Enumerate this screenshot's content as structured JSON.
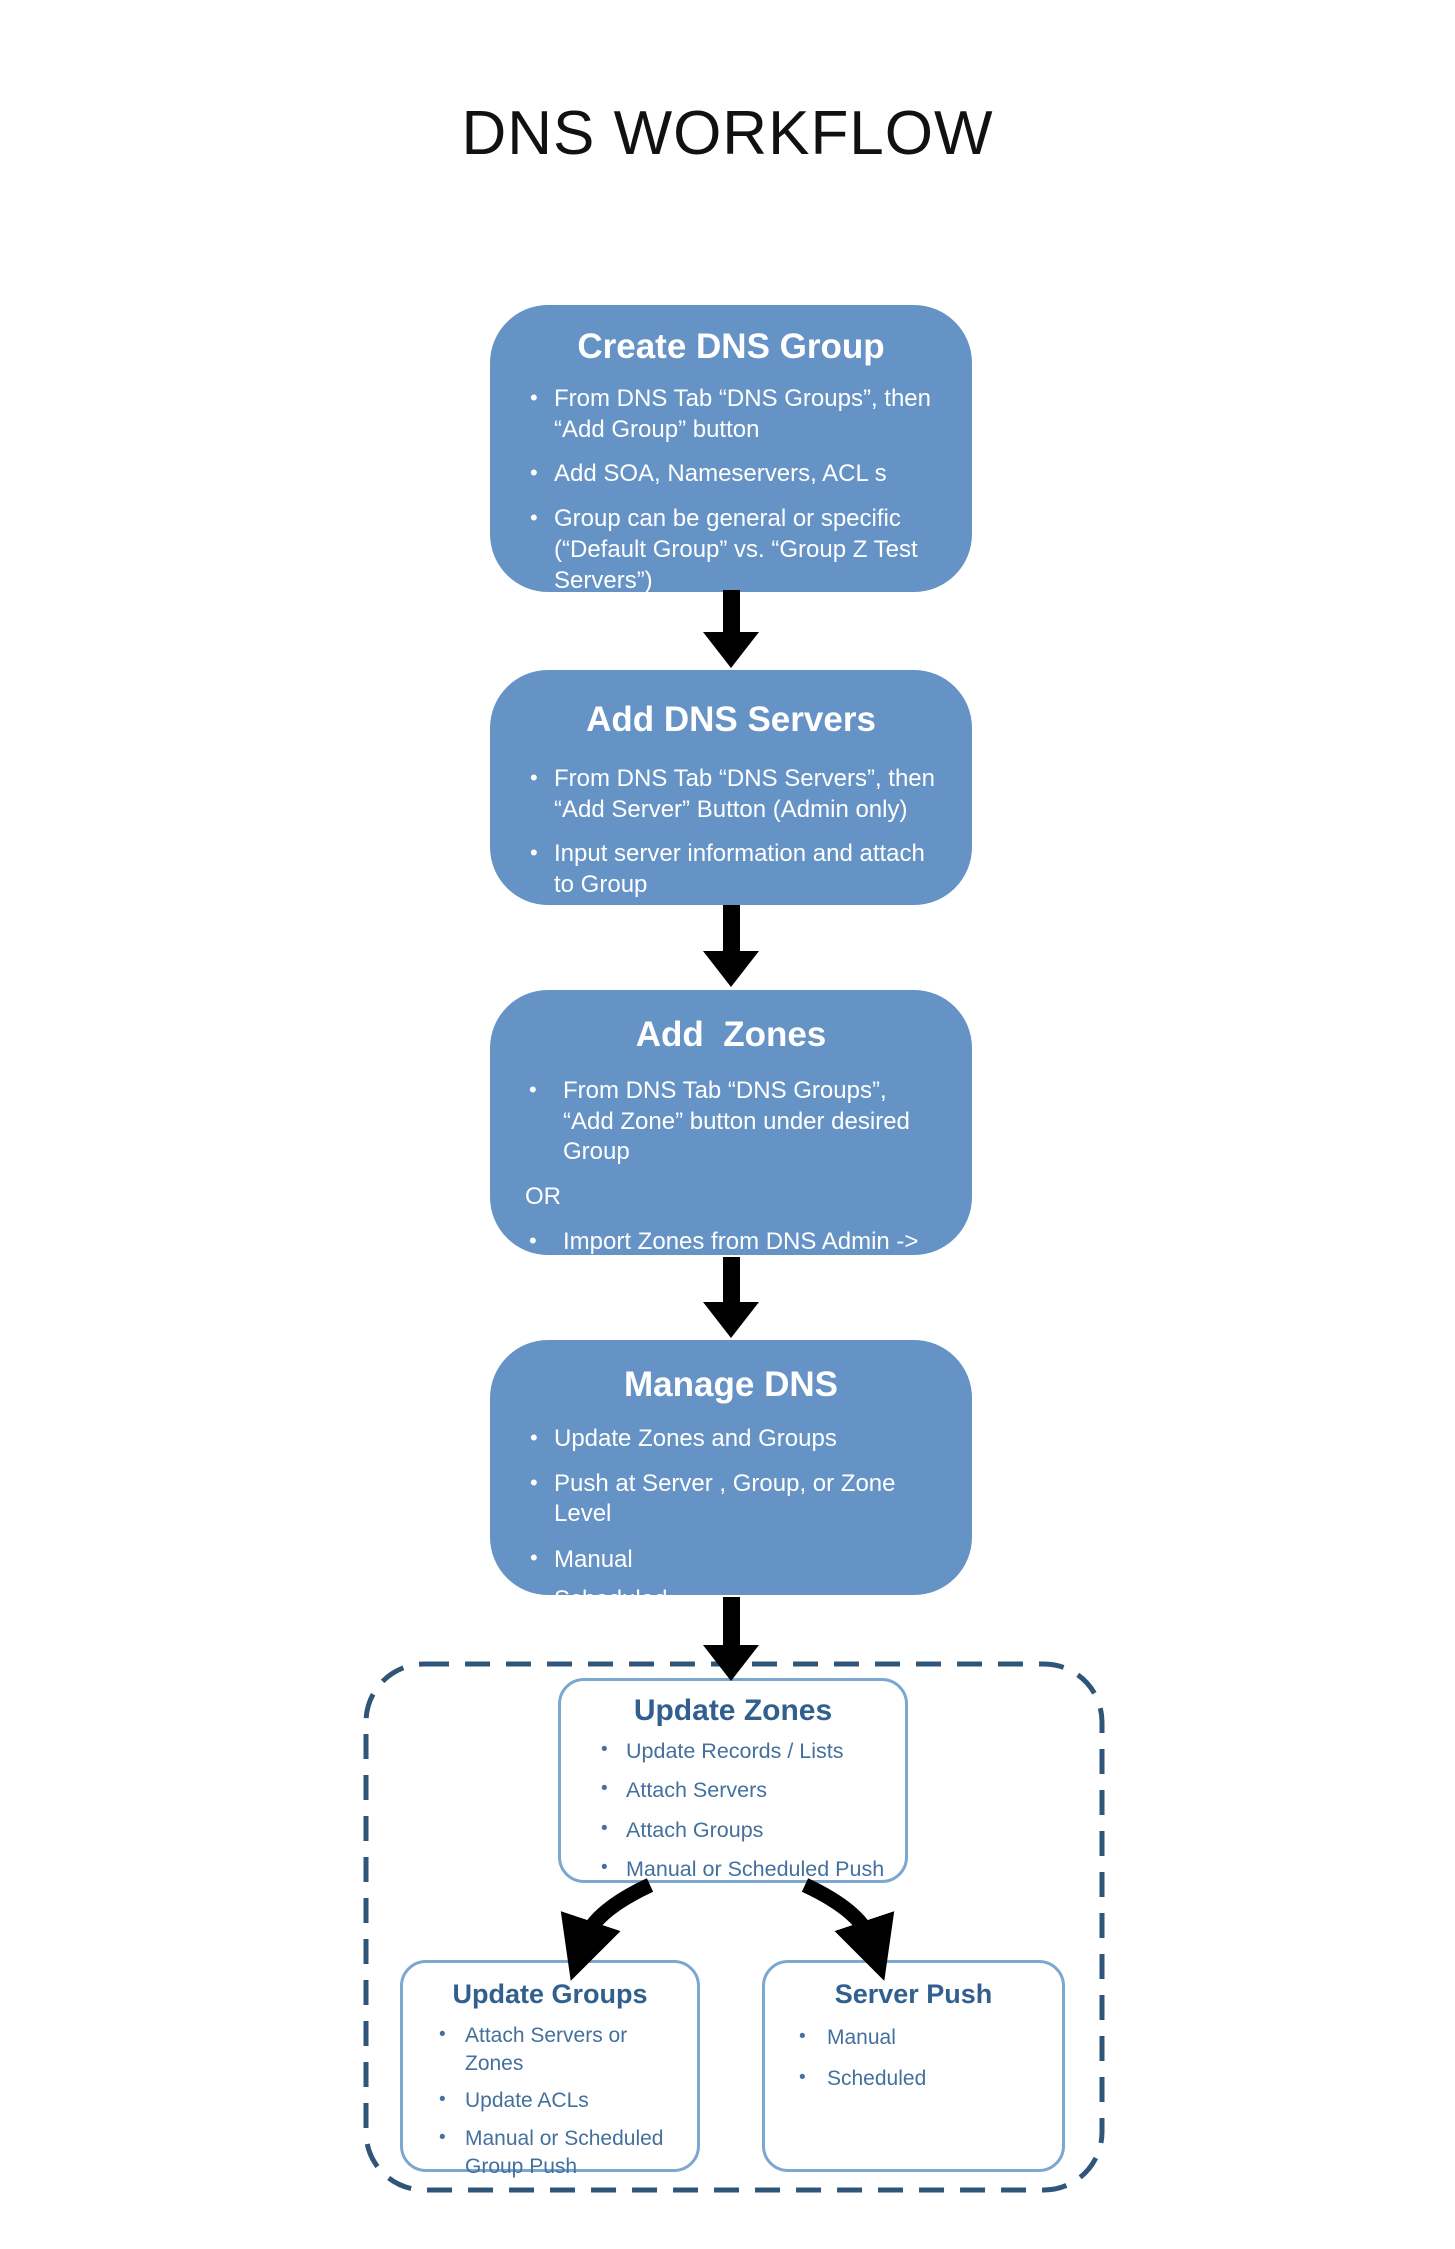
{
  "title": "DNS WORKFLOW",
  "colors": {
    "flow_box_fill": "#6593C5",
    "flow_box_text": "#FFFFFF",
    "detail_box_border": "#7BA7D1",
    "detail_title_text": "#31608F",
    "detail_body_text": "#44709D",
    "dashed_container_border": "#2F5578",
    "arrow": "#000000",
    "page_title_text": "#111111"
  },
  "flow": [
    {
      "title": "Create DNS Group",
      "bullets": [
        "From DNS Tab “DNS Groups”, then “Add Group” button",
        "Add SOA, Nameservers, ACL s",
        "Group can be general or specific (“Default Group” vs. “Group Z Test Servers”)"
      ]
    },
    {
      "title": "Add DNS Servers",
      "bullets": [
        "From DNS Tab “DNS Servers”, then “Add Server” Button (Admin only)",
        "Input server information and attach to Group"
      ]
    },
    {
      "title": "Add  Zones",
      "bullets": [
        "From DNS Tab “DNS Groups”, “Add Zone” button under desired Group",
        "Import Zones from DNS Admin -> Data Import"
      ],
      "or_label": "OR"
    },
    {
      "title": "Manage DNS",
      "bullets": [
        "Update Zones and Groups",
        "Push at Server , Group, or Zone Level"
      ],
      "sub_bullets": [
        "Manual",
        "Scheduled"
      ]
    }
  ],
  "detail": {
    "update_zones": {
      "title": "Update Zones",
      "bullets": [
        "Update Records / Lists",
        "Attach Servers",
        "Attach Groups",
        "Manual or Scheduled Push"
      ]
    },
    "update_groups": {
      "title": "Update Groups",
      "bullets": [
        "Attach Servers or Zones",
        "Update ACLs",
        "Manual or Scheduled Group Push"
      ]
    },
    "server_push": {
      "title": "Server Push",
      "bullets": [
        "Manual",
        "Scheduled"
      ]
    }
  }
}
